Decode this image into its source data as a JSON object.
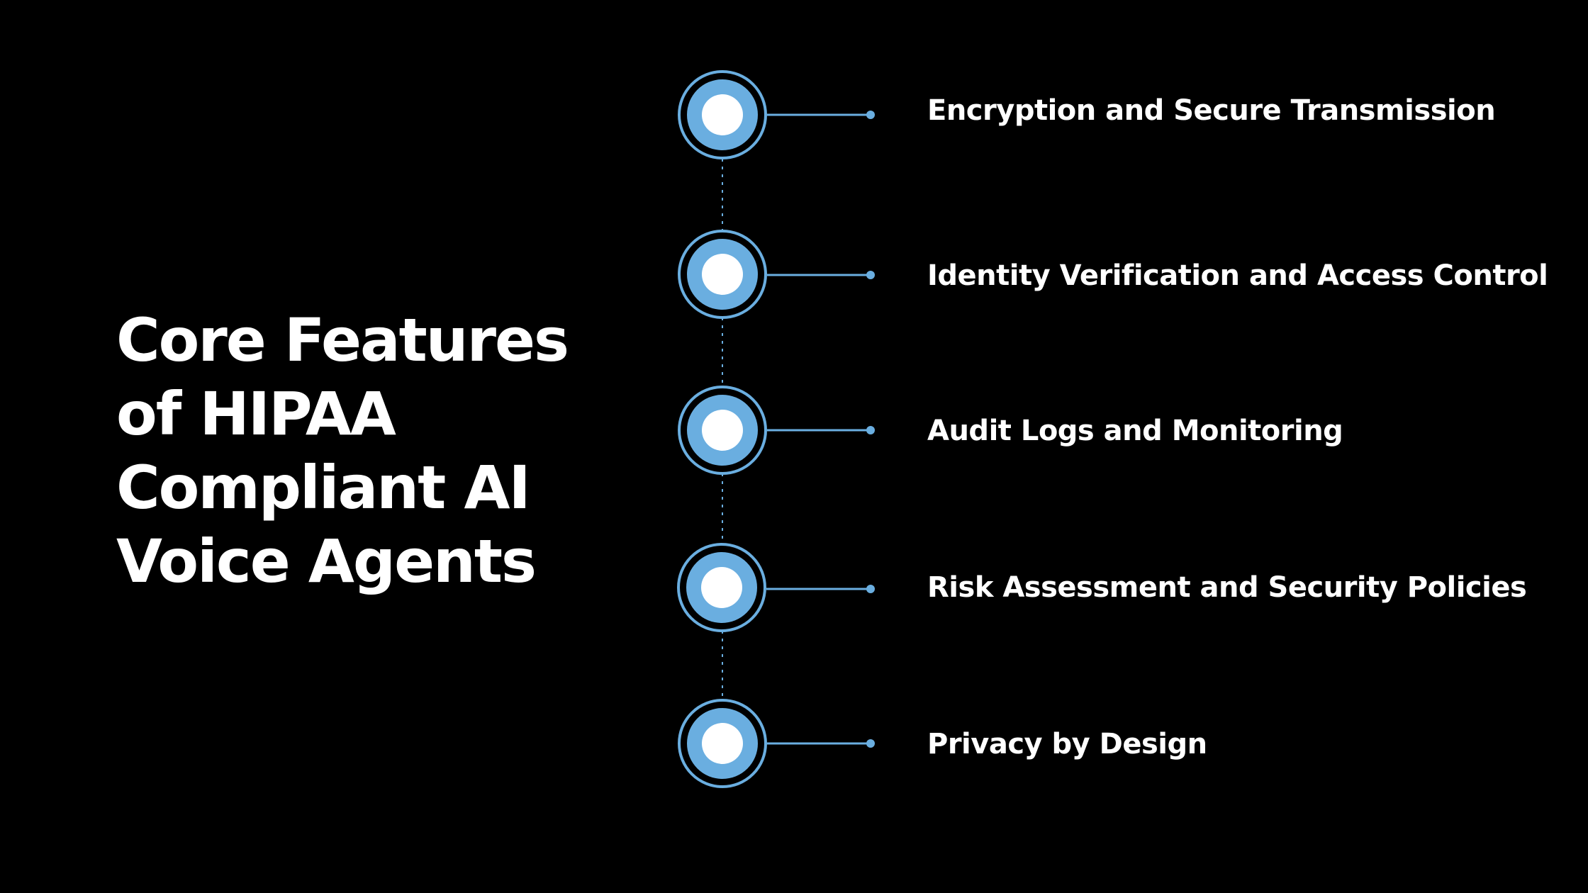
{
  "title": {
    "lines": [
      "Core Features",
      "of HIPAA",
      "Compliant AI",
      "Voice Agents"
    ]
  },
  "colors": {
    "background": "#000000",
    "accent": "#6aaee0",
    "node_center": "#ffffff",
    "text": "#ffffff"
  },
  "features": [
    {
      "label": "Encryption and Secure Transmission",
      "icon": "timeline-node-icon"
    },
    {
      "label": "Identity Verification and Access Control",
      "icon": "timeline-node-icon"
    },
    {
      "label": "Audit Logs and Monitoring",
      "icon": "timeline-node-icon"
    },
    {
      "label": "Risk Assessment and Security Policies",
      "icon": "timeline-node-icon"
    },
    {
      "label": "Privacy by Design",
      "icon": "timeline-node-icon"
    }
  ]
}
